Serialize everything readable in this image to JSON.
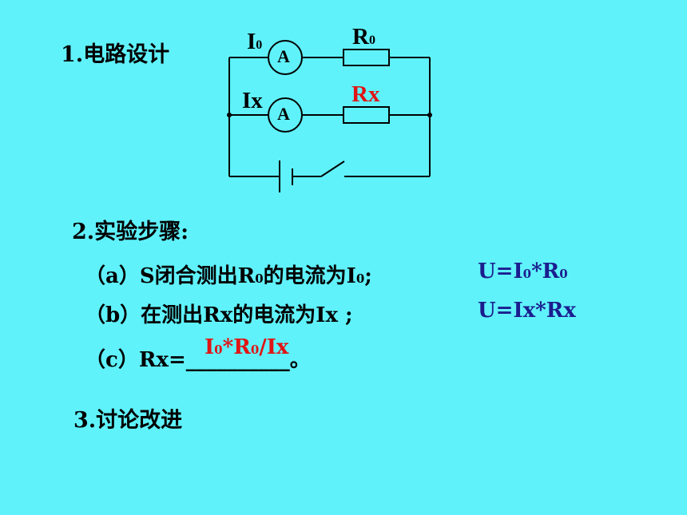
{
  "section1": {
    "title": "1.电路设计"
  },
  "circuit": {
    "top_ammeter_label": "I",
    "top_ammeter_sub": "0",
    "top_ammeter_symbol": "A",
    "top_resistor_label": "R",
    "top_resistor_sub": "0",
    "mid_ammeter_label": "Ix",
    "mid_ammeter_symbol": "A",
    "mid_resistor_label": "Rx",
    "colors": {
      "wire": "#000000",
      "rx_label": "#e01414"
    }
  },
  "section2": {
    "title": "2.实验步骤:",
    "step_a": {
      "prefix": "（a）S闭合测出R",
      "sub1": "0",
      "mid": "的电流为I",
      "sub2": "0",
      "suffix": ";"
    },
    "step_a_formula": {
      "p1": "U=I",
      "s1": "0",
      "p2": "*R",
      "s2": "0"
    },
    "step_b": "（b）在测出Rx的电流为Ix ;",
    "step_b_formula": "U=Ix*Rx",
    "step_c": {
      "prefix": "（c）Rx=",
      "blank": "__________",
      "suffix": "。"
    },
    "answer": {
      "p1": "I",
      "s1": "0",
      "p2": "*R",
      "s2": "0",
      "p3": "/Ix"
    }
  },
  "section3": {
    "title": "3.讨论改进"
  },
  "colors": {
    "background": "#5ff2fb",
    "formula": "#1b1d8e",
    "answer": "#e01414"
  }
}
